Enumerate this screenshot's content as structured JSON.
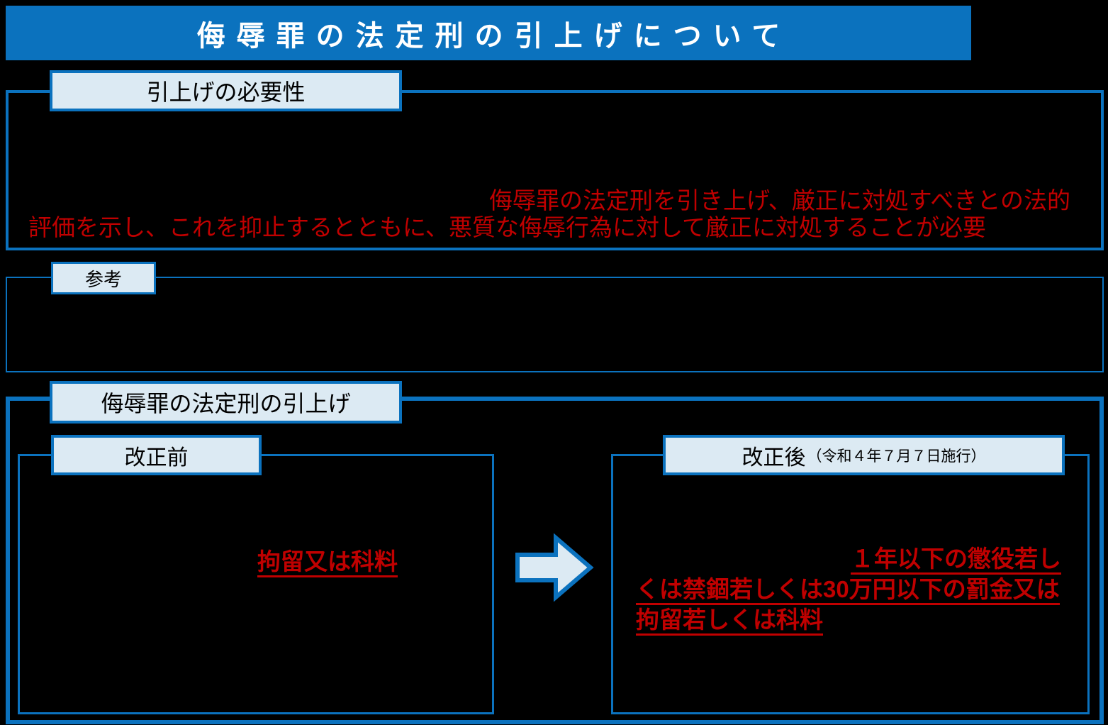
{
  "title_bar": {
    "title": "侮辱罪の法定刑の引上げについて"
  },
  "necessity": {
    "label": "引上げの必要性",
    "highlight_line1": "侮辱罪の法定刑を引き上げ、厳正に対処すべきとの法的",
    "highlight_line2": "評価を示し、これを抑止するとともに、悪質な侮辱行為に対して厳正に対処することが必要"
  },
  "reference": {
    "label": "参考"
  },
  "revision": {
    "label": "侮辱罪の法定刑の引上げ",
    "before": {
      "label": "改正前",
      "penalty": "拘留又は科料"
    },
    "after": {
      "label": "改正後",
      "label_note": "（令和４年７月７日施行）",
      "penalty_line1": "１年以下の懲役若し",
      "penalty_line2": "くは禁錮若しくは30万円以下の罰金又は",
      "penalty_line3": "拘留若しくは科料"
    }
  },
  "icons": {
    "arrow": "right-arrow-icon"
  },
  "colors": {
    "accent_blue": "#0B72BE",
    "label_fill": "#DCEAF3",
    "highlight_red": "#C00000",
    "title_text": "#FFFFFF",
    "background": "#000000"
  }
}
